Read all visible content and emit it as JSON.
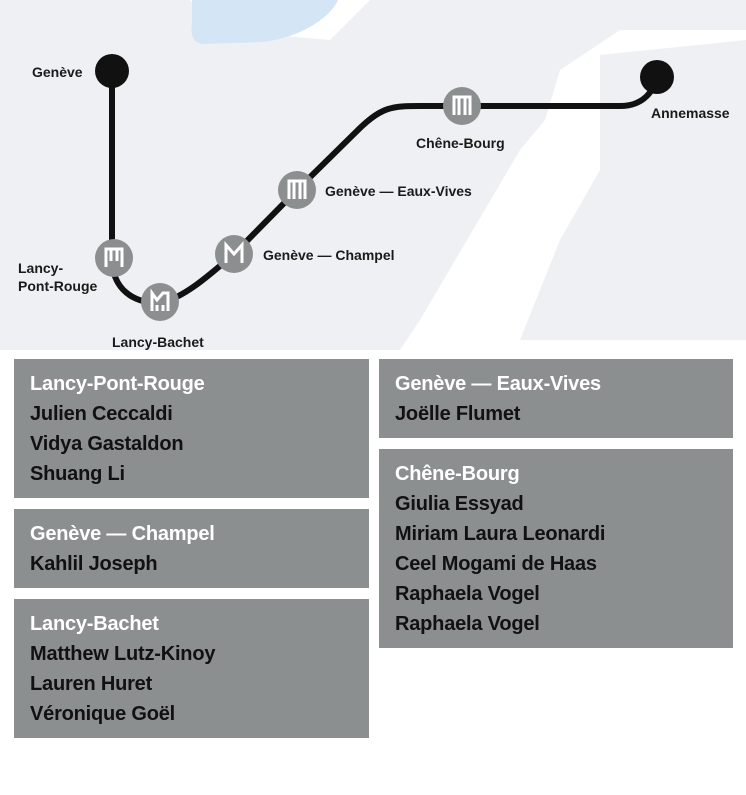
{
  "colors": {
    "background": "#ffffff",
    "map_land": "#eef0f3",
    "map_water": "#d4e6f5",
    "line": "#111111",
    "station_marker": "#8c8f90",
    "panel": "#8c8f90",
    "panel_title": "#ffffff",
    "panel_text": "#111111"
  },
  "map": {
    "terminals": [
      {
        "id": "geneve",
        "label": "Genève"
      },
      {
        "id": "annemasse",
        "label": "Annemasse"
      }
    ],
    "stations": [
      {
        "id": "lancy-pont-rouge",
        "label": "Lancy-\nPont-Rouge",
        "icon": "metro-m-icon"
      },
      {
        "id": "lancy-bachet",
        "label": "Lancy-Bachet",
        "icon": "metro-m-icon"
      },
      {
        "id": "geneve-champel",
        "label": "Genève — Champel",
        "icon": "metro-m-icon"
      },
      {
        "id": "geneve-eaux-vives",
        "label": "Genève — Eaux-Vives",
        "icon": "metro-m-icon"
      },
      {
        "id": "chene-bourg",
        "label": "Chêne-Bourg",
        "icon": "metro-m-icon"
      }
    ]
  },
  "panels": [
    {
      "id": "lancy-pont-rouge",
      "title": "Lancy-Pont-Rouge",
      "names": [
        "Julien Ceccaldi",
        "Vidya Gastaldon",
        "Shuang Li"
      ]
    },
    {
      "id": "geneve-champel",
      "title": "Genève — Champel",
      "names": [
        "Kahlil Joseph"
      ]
    },
    {
      "id": "lancy-bachet",
      "title": "Lancy-Bachet",
      "names": [
        "Matthew Lutz-Kinoy",
        "Lauren Huret",
        "Véronique Goël"
      ]
    },
    {
      "id": "geneve-eaux-vives",
      "title": "Genève — Eaux-Vives",
      "names": [
        "Joëlle Flumet"
      ]
    },
    {
      "id": "chene-bourg",
      "title": "Chêne-Bourg",
      "names": [
        "Giulia Essyad",
        "Miriam Laura Leonardi",
        "Ceel Mogami de Haas",
        "Raphaela Vogel",
        "Raphaela Vogel"
      ]
    }
  ]
}
